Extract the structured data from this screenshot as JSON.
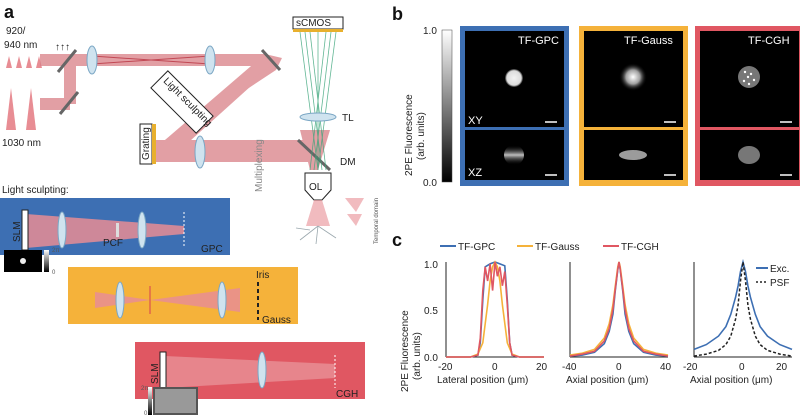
{
  "panel_a": {
    "letter": "a",
    "wavelength_top": [
      "920/",
      "940 nm"
    ],
    "wavelength_bottom": "1030 nm",
    "labels": {
      "light_sculpting_box": "Light sculpting",
      "grating": "Grating",
      "multiplexing": "Multiplexing",
      "scmos": "sCMOS",
      "tl": "TL",
      "dm": "DM",
      "ol": "OL",
      "temporal_domain": "Temporal domain",
      "light_sculpting_heading": "Light sculpting:",
      "slm": "SLM",
      "pcf": "PCF",
      "gpc": "GPC",
      "iris": "Iris",
      "gauss": "Gauss",
      "cgh": "CGH",
      "two_pi": "2π",
      "zero": "0"
    },
    "colors": {
      "gpc": "#3d6fb3",
      "gauss": "#f5b23a",
      "cgh": "#e05762",
      "beam": "#d97f86"
    }
  },
  "panel_b": {
    "letter": "b",
    "colorbar_max": "1.0",
    "colorbar_min": "0.0",
    "ylabel": [
      "2PE Fluorescence",
      "(arb. units)"
    ],
    "images": [
      {
        "title": "TF-GPC",
        "color": "#3d6fb3"
      },
      {
        "title": "TF-Gauss",
        "color": "#f5b23a"
      },
      {
        "title": "TF-CGH",
        "color": "#e05762"
      }
    ],
    "xy_label": "XY",
    "xz_label": "XZ"
  },
  "panel_c": {
    "letter": "c",
    "legend": [
      {
        "name": "TF-GPC",
        "color": "#3d6fb3"
      },
      {
        "name": "TF-Gauss",
        "color": "#f5b23a"
      },
      {
        "name": "TF-CGH",
        "color": "#e05762"
      }
    ],
    "ylabel": [
      "2PE Fluorescence",
      "(arb. units)"
    ],
    "yticks": [
      "0.0",
      "0.5",
      "1.0"
    ],
    "plots": [
      {
        "xlabel": "Lateral position (μm)",
        "xticks": [
          "-20",
          "0",
          "20"
        ]
      },
      {
        "xlabel": "Axial position (μm)",
        "xticks": [
          "-40",
          "0",
          "40"
        ]
      },
      {
        "xlabel": "Axial position (μm)",
        "xticks": [
          "-20",
          "0",
          "20"
        ],
        "legend": [
          "Exc.",
          "PSF"
        ]
      }
    ]
  },
  "chart_data": [
    {
      "type": "line",
      "xlabel": "Lateral position (μm)",
      "ylabel": "2PE Fluorescence (arb. units)",
      "xlim": [
        -20,
        20
      ],
      "ylim": [
        0,
        1
      ],
      "series": [
        {
          "name": "TF-GPC",
          "x": [
            -20,
            -10,
            -7,
            -6,
            -5,
            -4,
            -2,
            0,
            2,
            4,
            5,
            6,
            7,
            10,
            20
          ],
          "y": [
            0,
            0,
            0.02,
            0.15,
            0.6,
            0.95,
            0.98,
            1.0,
            0.98,
            0.96,
            0.6,
            0.15,
            0.02,
            0,
            0
          ]
        },
        {
          "name": "TF-Gauss",
          "x": [
            -20,
            -10,
            -7,
            -5,
            -3,
            -2,
            -1,
            0,
            1,
            2,
            3,
            5,
            7,
            10,
            20
          ],
          "y": [
            0,
            0,
            0.03,
            0.15,
            0.55,
            0.8,
            0.95,
            1.0,
            0.95,
            0.8,
            0.55,
            0.15,
            0.03,
            0,
            0
          ]
        },
        {
          "name": "TF-CGH",
          "x": [
            -20,
            -10,
            -7,
            -6,
            -5,
            -4,
            -3,
            -2,
            -1,
            0,
            1,
            2,
            3,
            4,
            5,
            6,
            7,
            10,
            20
          ],
          "y": [
            0,
            0,
            0.02,
            0.2,
            0.7,
            0.95,
            0.8,
            0.98,
            0.7,
            1.0,
            0.85,
            0.95,
            0.75,
            0.9,
            0.55,
            0.15,
            0.02,
            0,
            0
          ]
        }
      ]
    },
    {
      "type": "line",
      "xlabel": "Axial position (μm)",
      "ylabel": "2PE Fluorescence (arb. units)",
      "xlim": [
        -40,
        40
      ],
      "ylim": [
        0,
        1
      ],
      "series": [
        {
          "name": "TF-GPC",
          "x": [
            -40,
            -30,
            -20,
            -12,
            -8,
            -5,
            -3,
            -1,
            0,
            1,
            3,
            5,
            8,
            12,
            20,
            30,
            40
          ],
          "y": [
            0.01,
            0.02,
            0.05,
            0.14,
            0.27,
            0.45,
            0.7,
            0.92,
            1.0,
            0.92,
            0.7,
            0.45,
            0.27,
            0.14,
            0.05,
            0.02,
            0.01
          ]
        },
        {
          "name": "TF-Gauss",
          "x": [
            -40,
            -30,
            -20,
            -12,
            -8,
            -5,
            -3,
            -1,
            0,
            1,
            3,
            5,
            8,
            12,
            20,
            30,
            40
          ],
          "y": [
            0.02,
            0.04,
            0.08,
            0.2,
            0.35,
            0.55,
            0.75,
            0.95,
            1.0,
            0.95,
            0.75,
            0.55,
            0.35,
            0.2,
            0.08,
            0.04,
            0.02
          ]
        },
        {
          "name": "TF-CGH",
          "x": [
            -40,
            -30,
            -20,
            -12,
            -8,
            -5,
            -3,
            -1,
            0,
            1,
            3,
            5,
            8,
            12,
            20,
            30,
            40
          ],
          "y": [
            0.01,
            0.03,
            0.06,
            0.17,
            0.3,
            0.5,
            0.72,
            0.93,
            1.0,
            0.93,
            0.72,
            0.5,
            0.3,
            0.17,
            0.06,
            0.03,
            0.01
          ]
        }
      ]
    },
    {
      "type": "line",
      "xlabel": "Axial position (μm)",
      "ylabel": "2PE Fluorescence (arb. units)",
      "xlim": [
        -20,
        20
      ],
      "ylim": [
        0,
        1
      ],
      "series": [
        {
          "name": "Exc.",
          "x": [
            -20,
            -15,
            -10,
            -7,
            -5,
            -3,
            -2,
            -1,
            0,
            1,
            2,
            3,
            5,
            7,
            10,
            15,
            20
          ],
          "y": [
            0.08,
            0.13,
            0.22,
            0.32,
            0.45,
            0.63,
            0.75,
            0.9,
            1.0,
            0.9,
            0.75,
            0.63,
            0.45,
            0.32,
            0.22,
            0.13,
            0.08
          ]
        },
        {
          "name": "PSF",
          "x": [
            -20,
            -15,
            -10,
            -7,
            -5,
            -3,
            -2,
            -1,
            0,
            1,
            2,
            3,
            5,
            7,
            10,
            15,
            20
          ],
          "y": [
            0.01,
            0.03,
            0.07,
            0.13,
            0.22,
            0.4,
            0.55,
            0.8,
            1.0,
            0.8,
            0.55,
            0.4,
            0.22,
            0.13,
            0.07,
            0.03,
            0.01
          ]
        }
      ]
    }
  ]
}
